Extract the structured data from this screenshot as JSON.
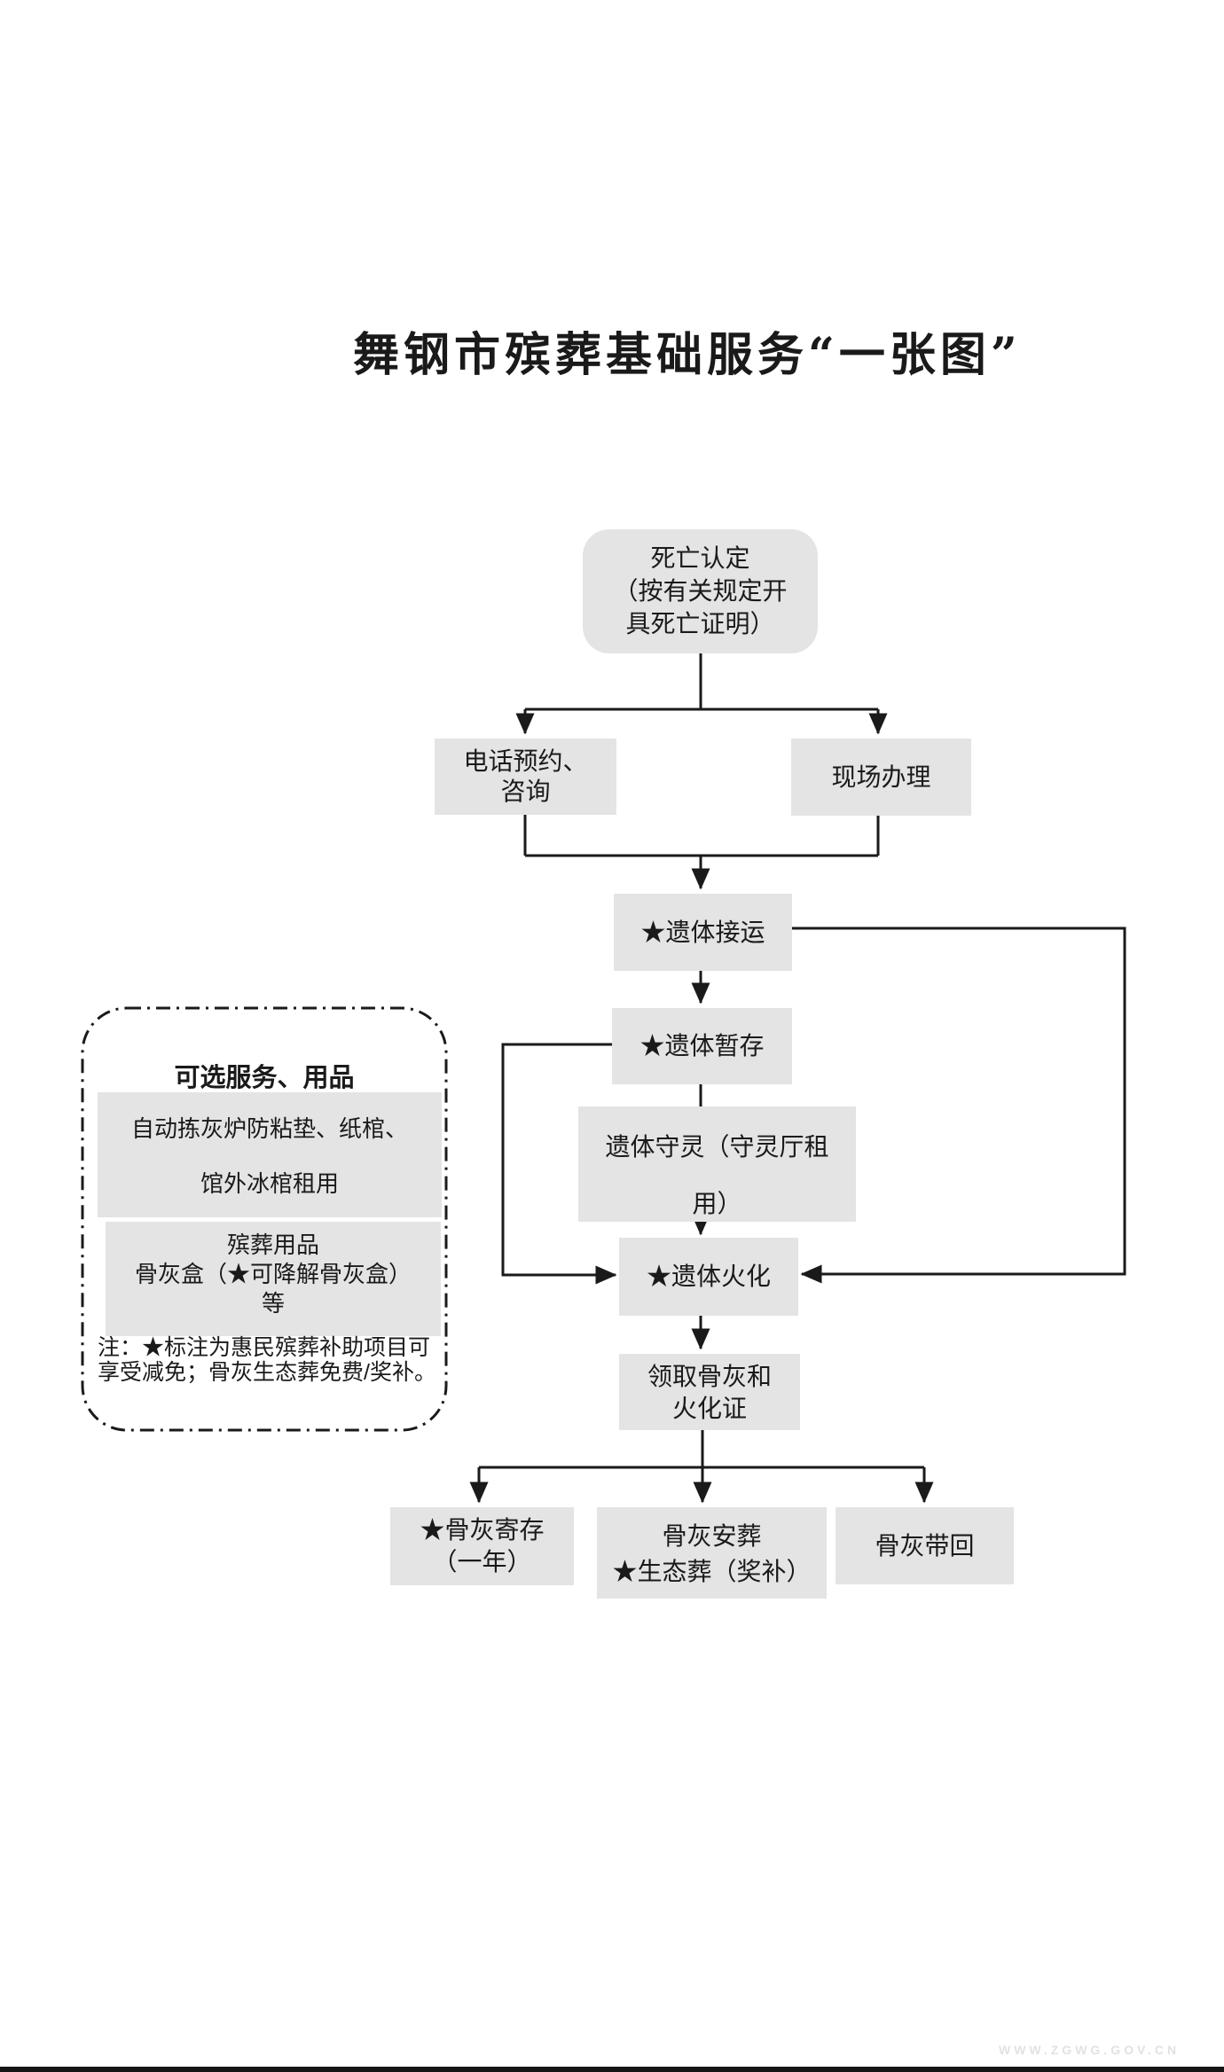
{
  "page": {
    "title": "舞钢市殡葬基础服务“一张图”",
    "watermark": "WWW.ZGWG.GOV.CN"
  },
  "flow": {
    "death_certification": {
      "line1": "死亡认定",
      "line2": "（按有关规定开",
      "line3": "具死亡证明）"
    },
    "phone_booking": {
      "line1": "电话预约、",
      "line2": "咨询"
    },
    "onsite_handling": {
      "label": "现场办理"
    },
    "body_pickup": {
      "label": "★遗体接运"
    },
    "body_storage": {
      "label": "★遗体暂存"
    },
    "body_vigil": {
      "line1": "遗体守灵（守灵厅租",
      "line2": "用）"
    },
    "body_cremation": {
      "label": "★遗体火化"
    },
    "collect_ashes": {
      "line1": "领取骨灰和",
      "line2": "火化证"
    },
    "ashes_deposit": {
      "line1": "★骨灰寄存",
      "line2": "（一年）"
    },
    "ashes_burial": {
      "line1": "骨灰安葬",
      "line2": "★生态葬（奖补）"
    },
    "ashes_takeback": {
      "label": "骨灰带回"
    }
  },
  "optional_panel": {
    "title": "可选服务、用品",
    "box1_line1": "自动拣灰炉防粘垫、纸棺、",
    "box1_line2": "馆外冰棺租用",
    "box2_line1": "殡葬用品",
    "box2_line2": "骨灰盒（★可降解骨灰盒）",
    "box2_line3": "等",
    "note_line1": "注：★标注为惠民殡葬补助项目可",
    "note_line2": "享受减免；骨灰生态葬免费/奖补。"
  },
  "colors": {
    "background": "#ffffff",
    "box_fill": "#e4e4e4",
    "line": "#1a1a1a",
    "text": "#1a1a1a",
    "watermark": "#e2e2e2"
  }
}
